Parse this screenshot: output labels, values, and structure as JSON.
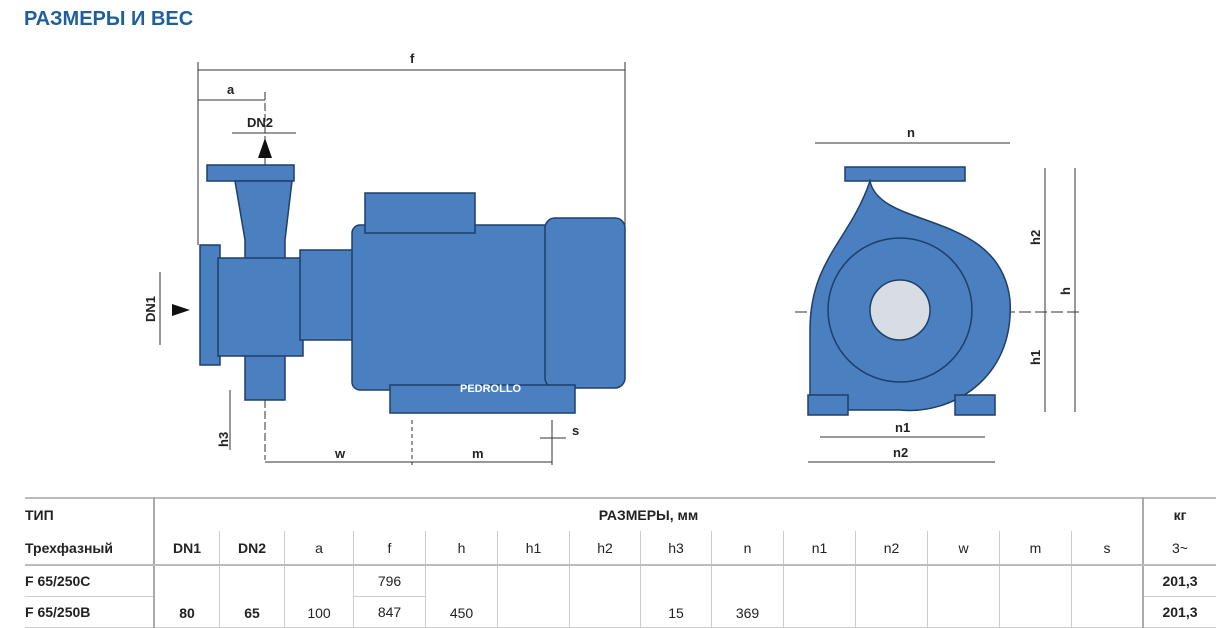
{
  "title": "РАЗМЕРЫ И ВЕС",
  "drawing": {
    "labels": {
      "f": "f",
      "a": "a",
      "dn2": "DN2",
      "dn1": "DN1",
      "h3": "h3",
      "w": "w",
      "m": "m",
      "s": "s",
      "n": "n",
      "h2": "h2",
      "h": "h",
      "h1": "h1",
      "n1": "n1",
      "n2": "n2"
    },
    "logo": "PEDROLLO",
    "pump_color": "#4a7fc0"
  },
  "table": {
    "type_header": "ТИП",
    "type_sub": "Трехфазный",
    "dims_header": "РАЗМЕРЫ, мм",
    "weight_header": "кг",
    "weight_sub": "3~",
    "columns": [
      "DN1",
      "DN2",
      "a",
      "f",
      "h",
      "h1",
      "h2",
      "h3",
      "n",
      "n1",
      "n2",
      "w",
      "m",
      "s"
    ],
    "rows": [
      {
        "type": "F 65/250C",
        "f": "796",
        "kg": "201,3"
      },
      {
        "type": "F 65/250B",
        "f": "847",
        "kg": "201,3"
      }
    ],
    "shared": {
      "DN1": "80",
      "DN2": "65",
      "a": "100",
      "h": "450",
      "h3": "15",
      "n": "369"
    }
  }
}
